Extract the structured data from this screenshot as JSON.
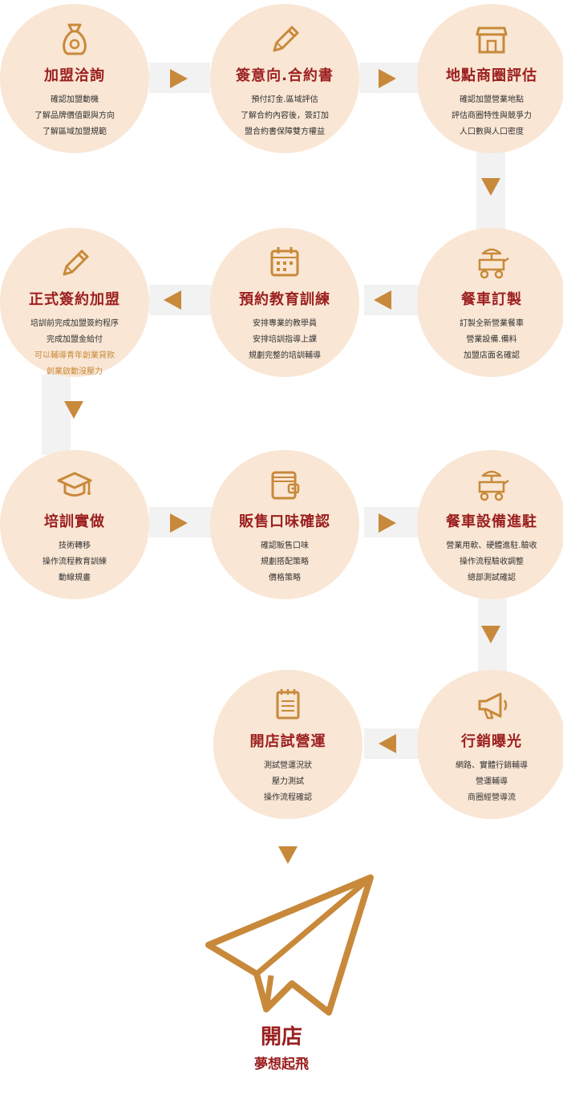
{
  "steps": [
    {
      "title": "加盟洽詢",
      "icon": "moneybag-icon",
      "lines": [
        "確認加盟動機",
        "了解品牌價值觀與方向",
        "了解區域加盟規範"
      ]
    },
    {
      "title": "簽意向.合約書",
      "icon": "pencil-icon",
      "lines": [
        "預付訂金.區域評估",
        "了解合約內容後，簽訂加",
        "盟合約書保障雙方權益"
      ]
    },
    {
      "title": "地點商圈評估",
      "icon": "storefront-icon",
      "lines": [
        "確認加盟營業地點",
        "評估商圈特性與競爭力",
        "人口數與人口密度"
      ]
    },
    {
      "title": "餐車訂製",
      "icon": "food-cart-icon",
      "lines": [
        "訂製全新營業餐車",
        "營業設備.備料",
        "加盟店面名確認"
      ]
    },
    {
      "title": "預約教育訓練",
      "icon": "calendar-icon",
      "lines": [
        "安排專業的教學員",
        "安排培訓指導上課",
        "規劃完整的培訓輔導"
      ]
    },
    {
      "title": "正式簽約加盟",
      "icon": "pencil-icon",
      "lines": [
        "培訓前完成加盟簽約程序",
        "完成加盟金給付"
      ],
      "highlight": [
        "可以輔導青年創業貸款",
        "創業啟動沒壓力"
      ]
    },
    {
      "title": "培訓實做",
      "icon": "graduation-cap-icon",
      "lines": [
        "技術轉移",
        "操作流程教育訓練",
        "動線規畫"
      ]
    },
    {
      "title": "販售口味確認",
      "icon": "wallet-icon",
      "lines": [
        "確認販售口味",
        "規劃搭配策略",
        "價格策略"
      ]
    },
    {
      "title": "餐車設備進駐",
      "icon": "food-cart-icon",
      "lines": [
        "營業用軟、硬體進駐.驗收",
        "操作流程驗收調整",
        "總部測試確認"
      ]
    },
    {
      "title": "行銷曝光",
      "icon": "megaphone-icon",
      "lines": [
        "網路、實體行銷輔導",
        "營運輔導",
        "商圈經營導流"
      ]
    },
    {
      "title": "開店試營運",
      "icon": "notepad-icon",
      "lines": [
        "測試營運況狀",
        "壓力測試",
        "操作流程確認"
      ]
    }
  ],
  "final": {
    "title": "開店",
    "subtitle": "夢想起飛",
    "icon": "paper-plane-icon"
  },
  "colors": {
    "circle": "#f9e6d4",
    "title": "#9b1f1f",
    "accent": "#c8893a",
    "band": "#f2f2f2",
    "text": "#333333"
  }
}
